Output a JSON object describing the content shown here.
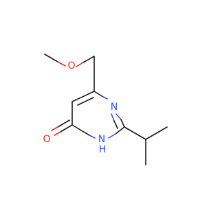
{
  "molecule": {
    "atoms": {
      "methoxy_o": "O",
      "ring_n_top": "N",
      "ring_nh_n": "N",
      "ring_nh_h": "H",
      "carbonyl_o": "O"
    },
    "colors": {
      "bond": "#1a1a1a",
      "oxygen": "#e8291c",
      "nitrogen": "#3050f8"
    }
  }
}
